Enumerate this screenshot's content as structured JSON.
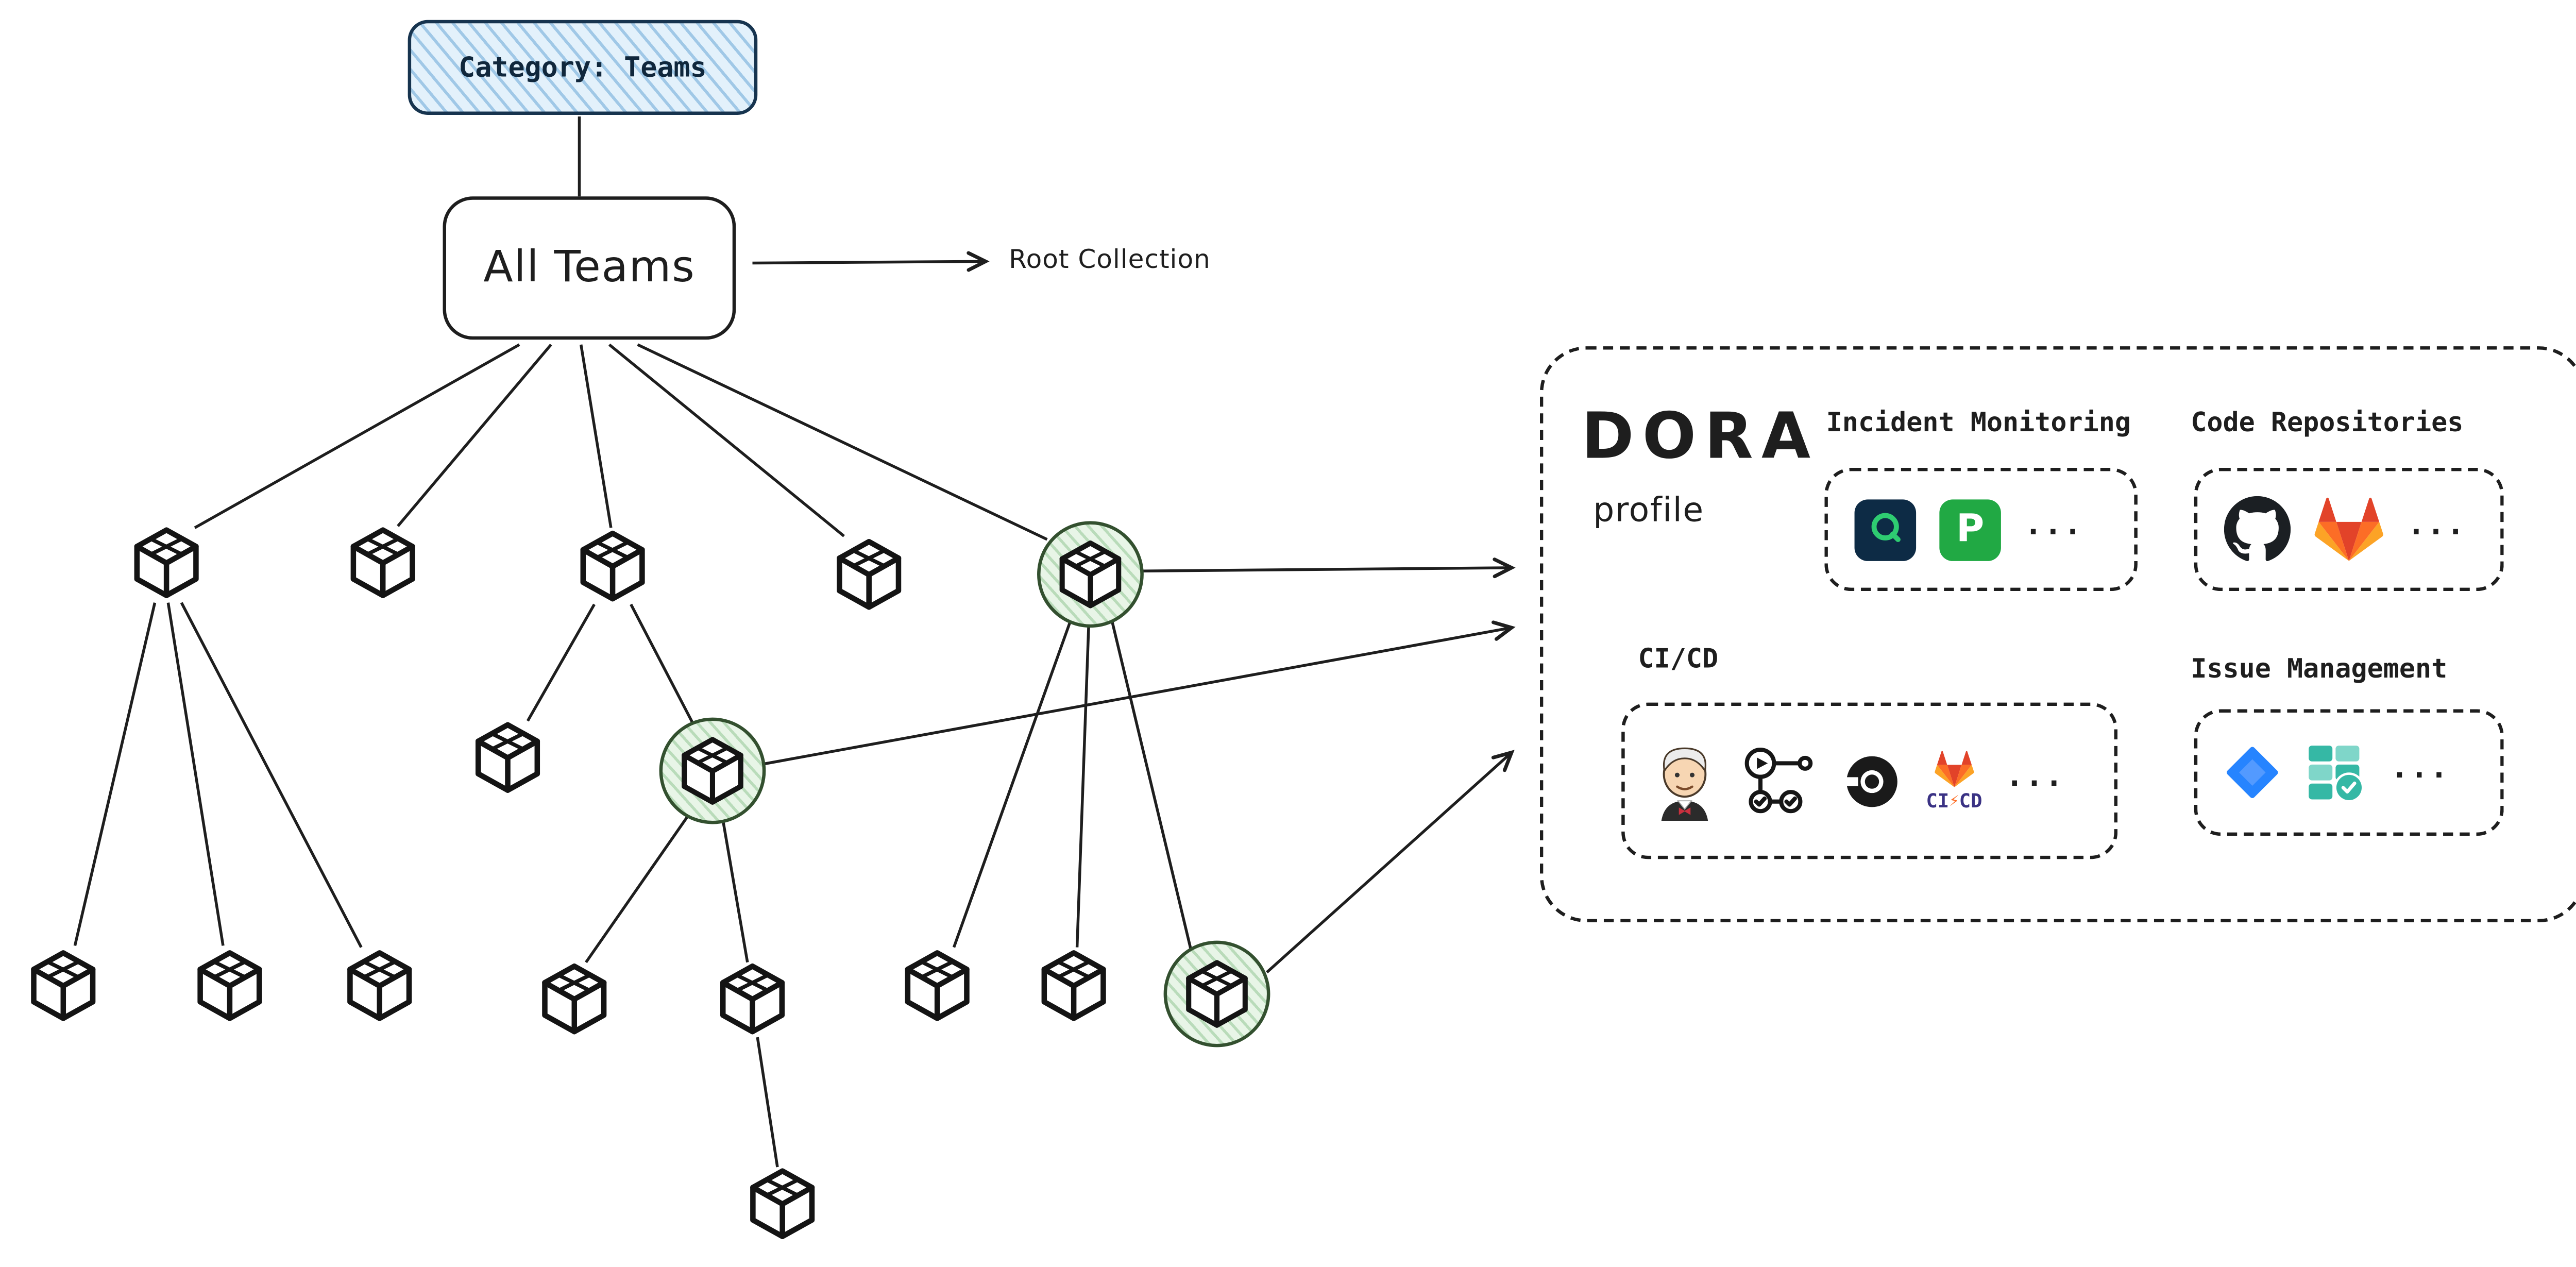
{
  "category_box": {
    "label": "Category: Teams"
  },
  "root_box": {
    "label": "All Teams"
  },
  "root_annotation": {
    "label": "Root Collection"
  },
  "dora_panel": {
    "title": "DORA",
    "subtitle": "profile",
    "groups": [
      {
        "label": "Incident Monitoring",
        "more": "...",
        "tools": [
          "incident-q-icon",
          "pagerduty-icon"
        ]
      },
      {
        "label": "Code Repositories",
        "more": "...",
        "tools": [
          "github-icon",
          "gitlab-icon"
        ]
      },
      {
        "label": "CI/CD",
        "more": "...",
        "tools": [
          "jenkins-icon",
          "workflow-pipeline-icon",
          "circleci-icon",
          "gitlab-cicd-icon"
        ]
      },
      {
        "label": "Issue Management",
        "more": "...",
        "tools": [
          "jira-icon",
          "board-check-icon"
        ]
      }
    ],
    "pagerduty_letter": "P",
    "gitlab_cicd_ci": "CI",
    "gitlab_cicd_cd": "CD"
  },
  "tree": {
    "root": "All Teams",
    "level1_nodes": 5,
    "total_team_nodes": 16,
    "highlighted_nodes": 3
  },
  "colors": {
    "stroke": "#1e1e1e",
    "category_fill": "#e3f1fb",
    "highlight_fill": "#e8f5e7",
    "pagerduty_green": "#21a944",
    "jira_blue": "#2684ff",
    "gitlab_orange": "#fc6d26",
    "board_teal": "#35b8a5"
  }
}
